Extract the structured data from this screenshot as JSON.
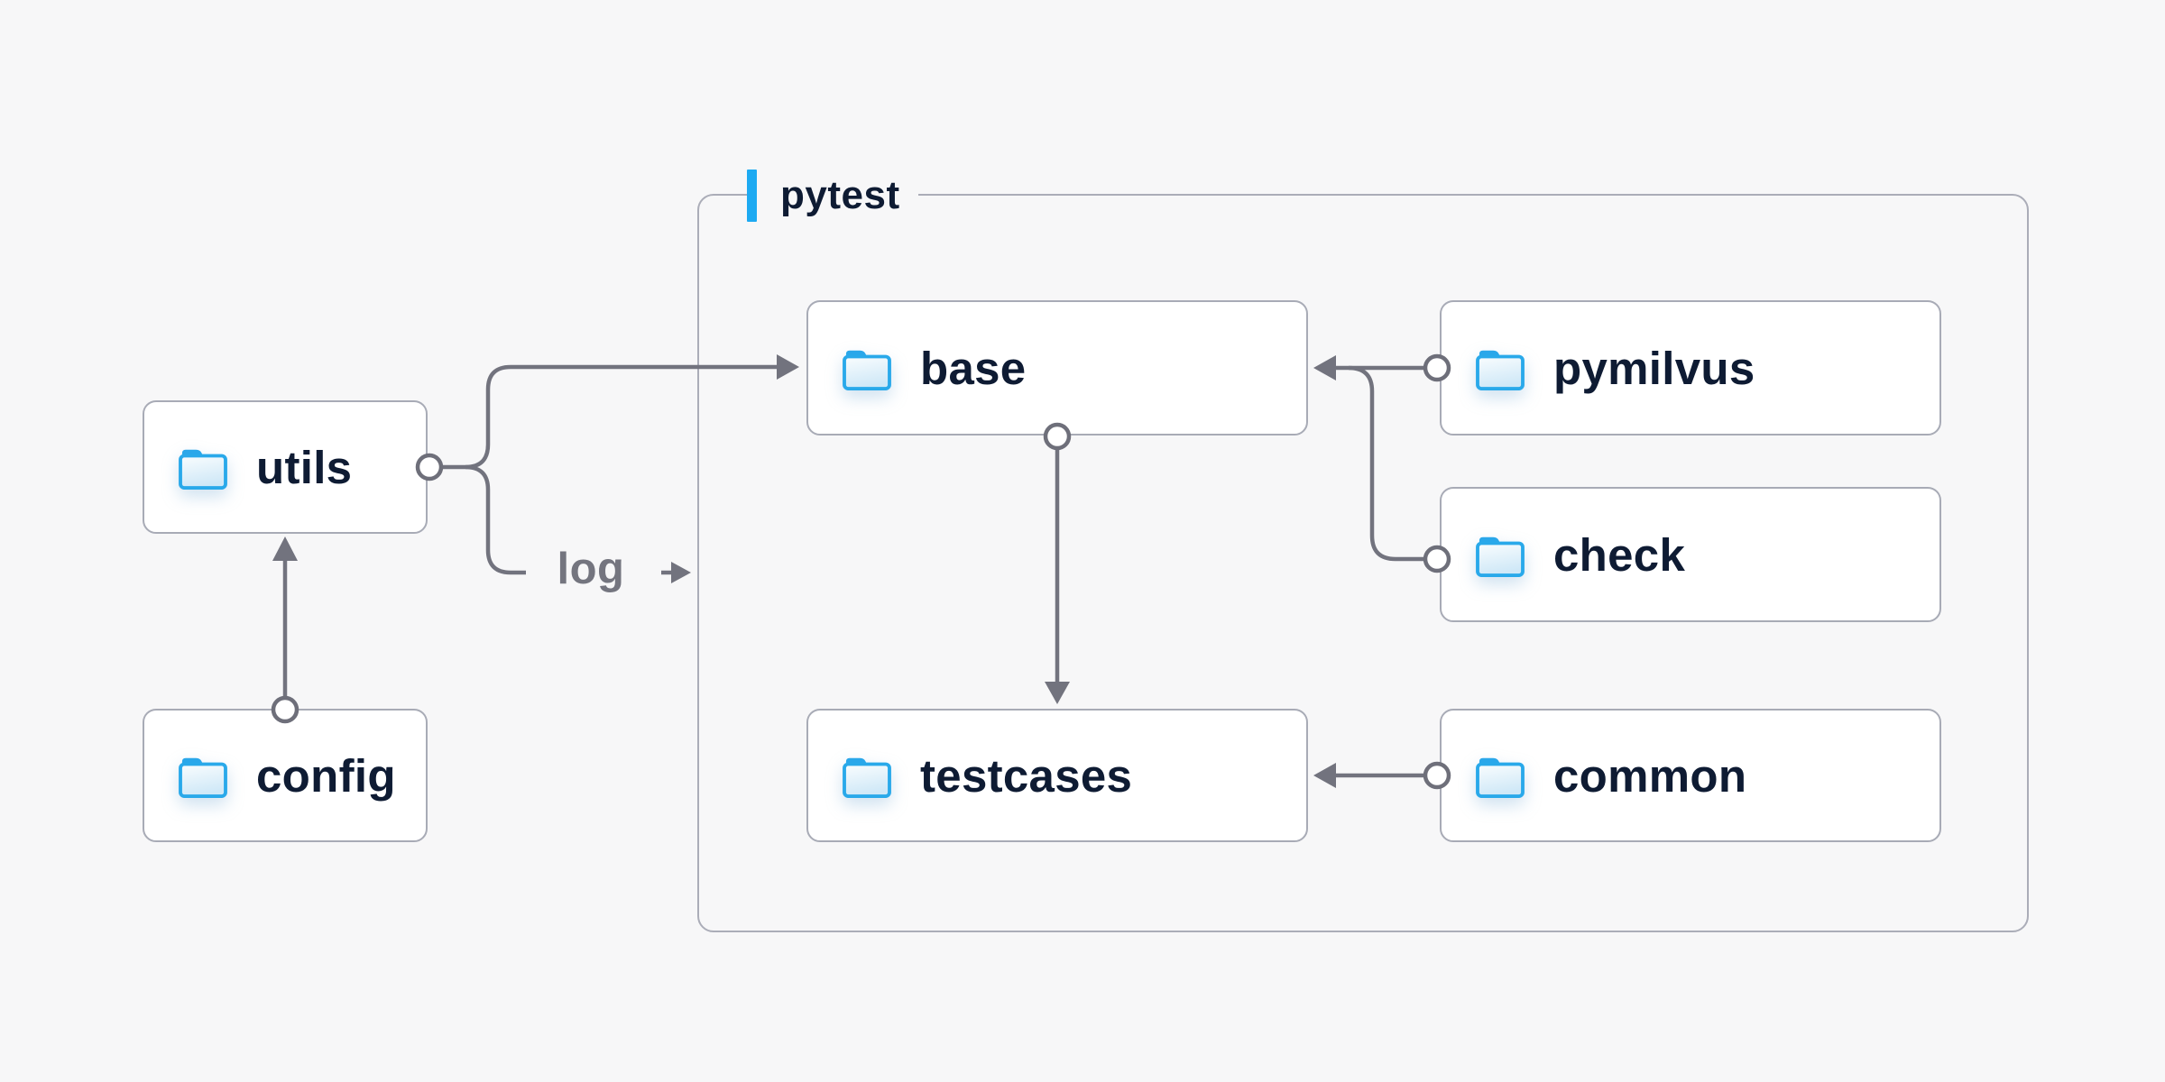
{
  "page": {
    "background_color": "#f7f7f8"
  },
  "diagram": {
    "group": {
      "label": "pytest",
      "accent_color": "#1daaf2",
      "border_color": "#abadb8"
    },
    "edge_label": "log",
    "colors": {
      "connector": "#72737e",
      "box_border": "#a8abb6",
      "node_text": "#0e1b33",
      "folder_blue": "#29a9ea",
      "node_background": "#ffffff"
    },
    "nodes": {
      "utils": {
        "label": "utils",
        "icon": "folder-icon"
      },
      "config": {
        "label": "config",
        "icon": "folder-icon"
      },
      "base": {
        "label": "base",
        "icon": "folder-icon"
      },
      "pymilvus": {
        "label": "pymilvus",
        "icon": "folder-icon"
      },
      "check": {
        "label": "check",
        "icon": "folder-icon"
      },
      "testcases": {
        "label": "testcases",
        "icon": "folder-icon"
      },
      "common": {
        "label": "common",
        "icon": "folder-icon"
      }
    },
    "edges": [
      {
        "from": "config",
        "to": "utils",
        "style": "arrow-into-utils-bottom"
      },
      {
        "from": "utils",
        "to": "base",
        "style": "arrow-into-base-left"
      },
      {
        "from": "utils",
        "to": "log",
        "style": "labeled-arrow-into-group"
      },
      {
        "from": "base",
        "to": "testcases",
        "style": "arrow-into-testcases-top"
      },
      {
        "from": "pymilvus",
        "to": "base",
        "style": "arrow-into-base-right"
      },
      {
        "from": "check",
        "to": "base",
        "style": "joins-pymilvus-line"
      },
      {
        "from": "common",
        "to": "testcases",
        "style": "arrow-into-testcases-right"
      }
    ]
  }
}
